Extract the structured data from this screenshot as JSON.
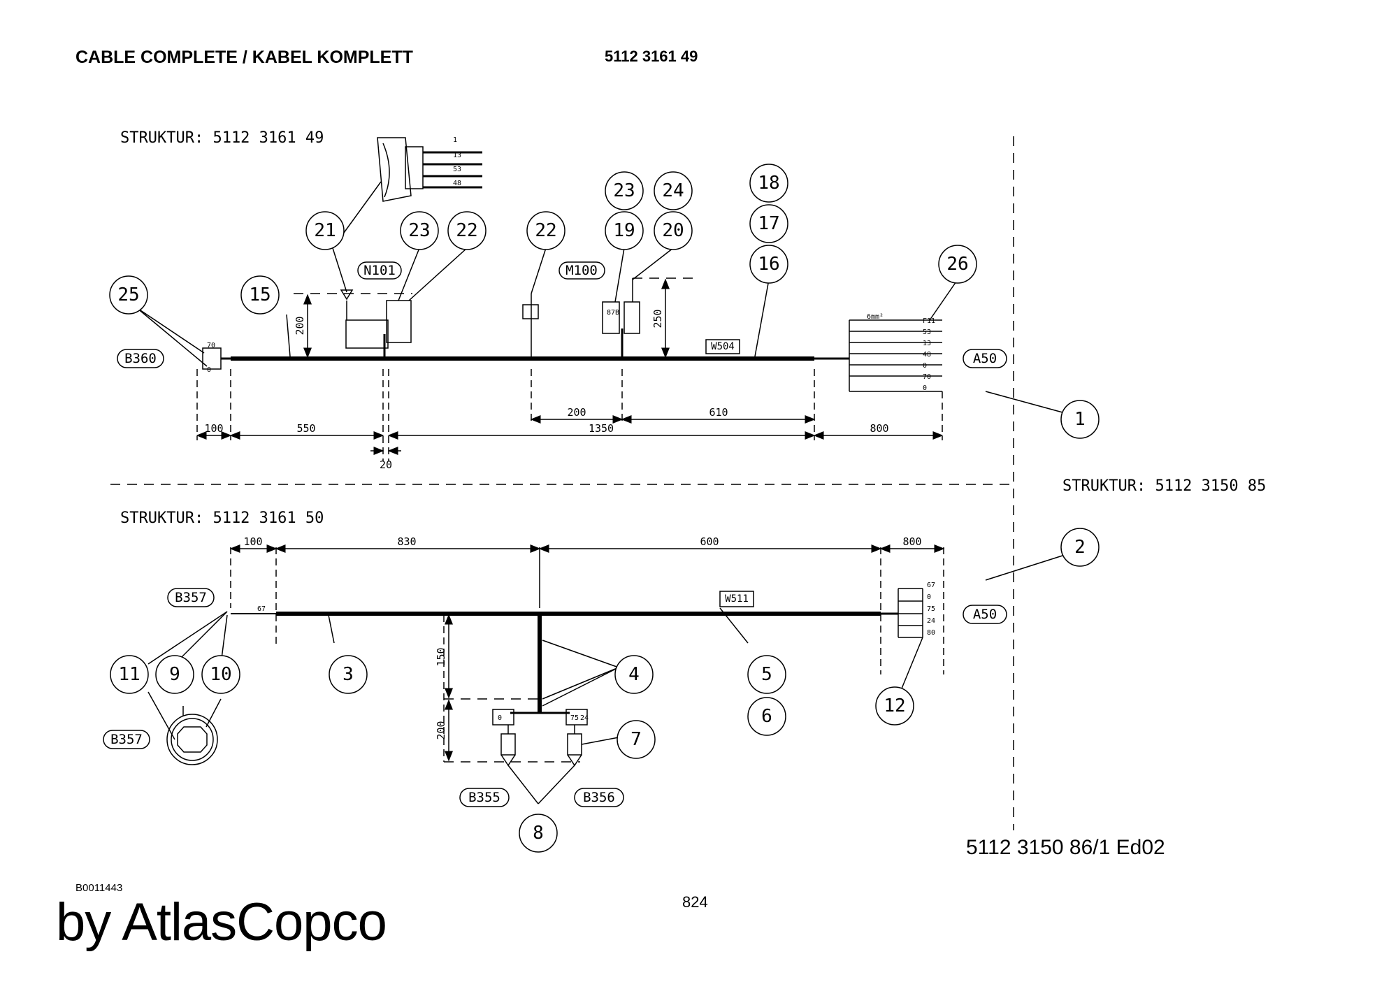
{
  "header": {
    "title": "CABLE COMPLETE / KABEL KOMPLETT",
    "part_number": "5112 3161 49"
  },
  "footer": {
    "reference": "5112 3150 86/1  Ed02",
    "code": "B0011443",
    "page": "824",
    "brand": "by AtlasCopco"
  },
  "structures": {
    "top": "STRUKTUR: 5112 3161 49",
    "bottom": "STRUKTUR: 5112 3161 50",
    "right": "STRUKTUR: 5112 3150 85"
  },
  "components": {
    "B360": "B360",
    "N101": "N101",
    "M100": "M100",
    "A50_top": "A50",
    "B357_top": "B357",
    "B357_bottom": "B357",
    "B355": "B355",
    "B356": "B356",
    "A50_bottom": "A50",
    "W504": "W504",
    "W511": "W511"
  },
  "dimensions_top": {
    "d100": "100",
    "d550": "550",
    "d20": "20",
    "d1350": "1350",
    "d800": "800",
    "d200h": "200",
    "d610": "610",
    "d200v": "200",
    "d250": "250"
  },
  "dimensions_bottom": {
    "d100": "100",
    "d830": "830",
    "d600": "600",
    "d800": "800",
    "d150": "150",
    "d200": "200"
  },
  "balloons": {
    "b1": "1",
    "b2": "2",
    "b3": "3",
    "b4": "4",
    "b5": "5",
    "b6": "6",
    "b7": "7",
    "b8": "8",
    "b9": "9",
    "b10": "10",
    "b11": "11",
    "b12": "12",
    "b15": "15",
    "b16": "16",
    "b17": "17",
    "b18": "18",
    "b19": "19",
    "b20": "20",
    "b21": "21",
    "b22a": "22",
    "b22b": "22",
    "b23a": "23",
    "b23b": "23",
    "b24": "24",
    "b25": "25",
    "b26": "26"
  },
  "wire_tags_top": {
    "a50": [
      "F11",
      "53",
      "13",
      "48",
      "0",
      "70",
      "0"
    ],
    "detail": [
      "1",
      "13",
      "53",
      "48"
    ],
    "b360": [
      "70",
      "0"
    ],
    "m100": [
      "87B"
    ]
  },
  "wire_tags_bottom": {
    "a50": [
      "67",
      "0",
      "75",
      "24",
      "80"
    ],
    "b357": [
      "67"
    ],
    "split": [
      "0",
      "75",
      "24"
    ]
  },
  "cable_marks": {
    "mark": "6mm²"
  }
}
